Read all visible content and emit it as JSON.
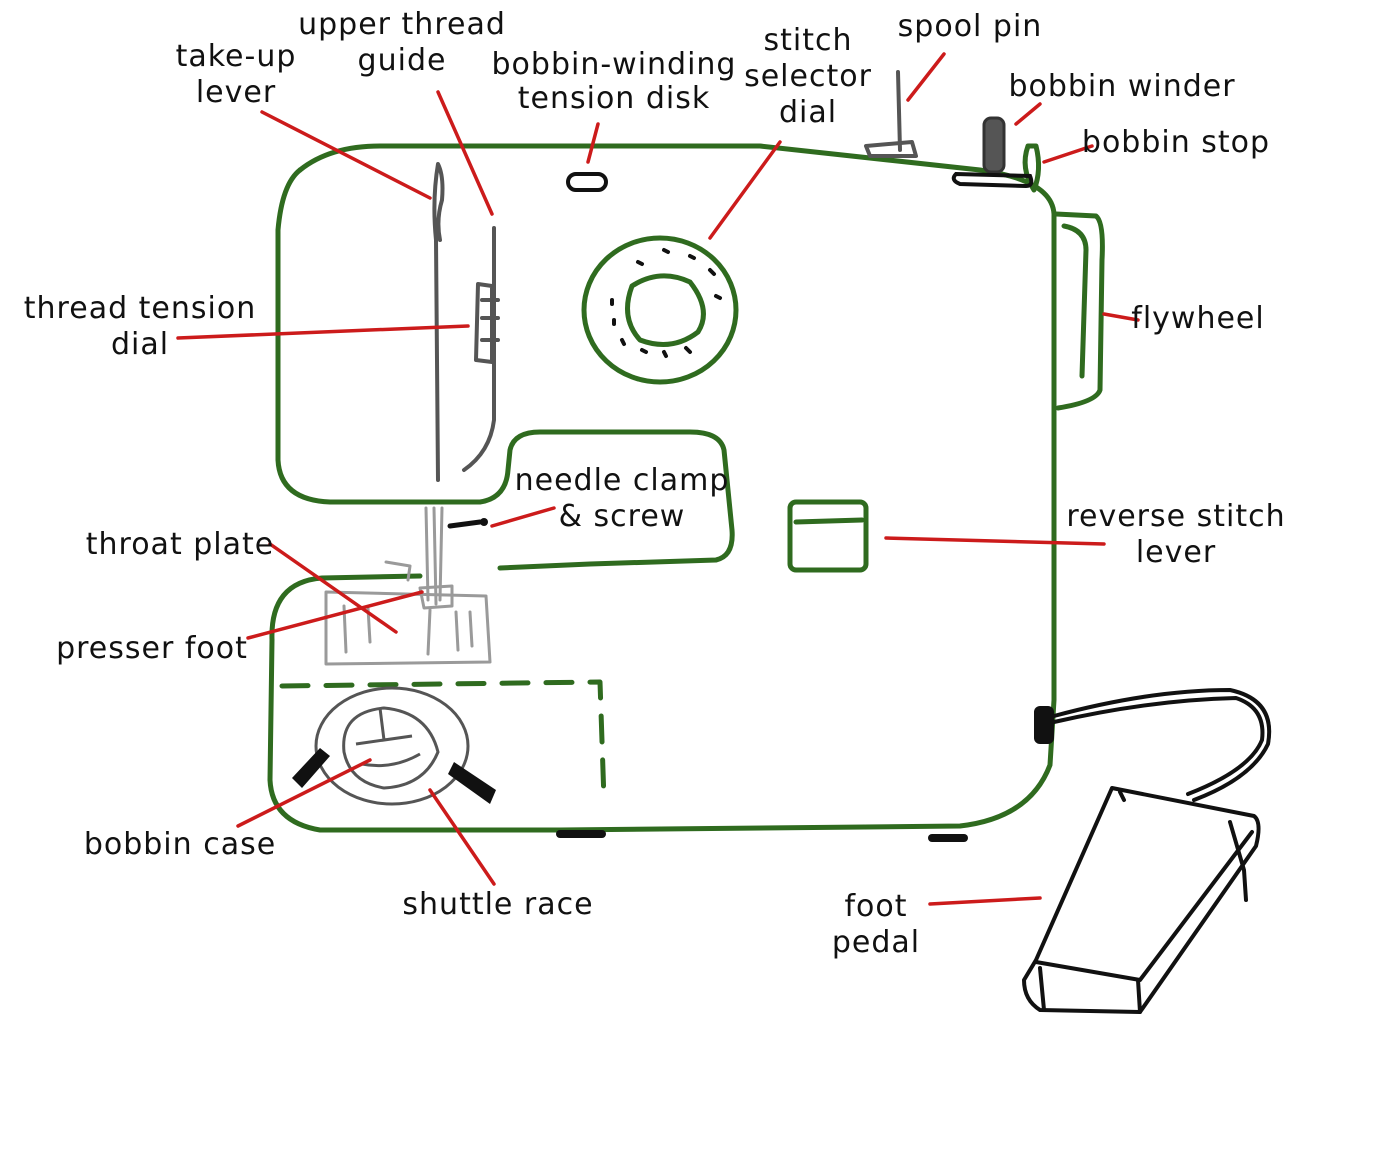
{
  "labels": {
    "take_up_1": "take-up",
    "take_up_2": "lever",
    "upper_guide_1": "upper thread",
    "upper_guide_2": "guide",
    "bobbin_tension_1": "bobbin-winding",
    "bobbin_tension_2": "tension disk",
    "stitch_1": "stitch",
    "stitch_2": "selector",
    "stitch_3": "dial",
    "spool_pin": "spool pin",
    "bobbin_winder": "bobbin winder",
    "bobbin_stop": "bobbin stop",
    "thread_tension_1": "thread tension",
    "thread_tension_2": "dial",
    "flywheel": "flywheel",
    "needle_clamp_1": "needle clamp",
    "needle_clamp_2": "& screw",
    "reverse_1": "reverse stitch",
    "reverse_2": "lever",
    "throat_plate": "throat plate",
    "presser_foot": "presser foot",
    "bobbin_case": "bobbin case",
    "shuttle_race": "shuttle race",
    "foot_pedal_1": "foot",
    "foot_pedal_2": "pedal"
  },
  "colors": {
    "machine_outline": "#2f6b1f",
    "leader_line": "#cc1b1b",
    "parts_gray": "#555555",
    "pedal": "#111111"
  }
}
